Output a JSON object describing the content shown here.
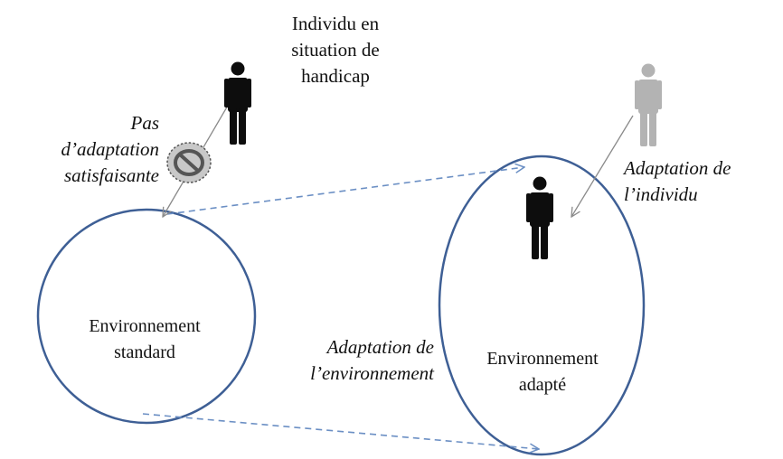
{
  "labels": {
    "individual": [
      "Individu en",
      "situation de",
      "handicap"
    ],
    "no_adaptation": [
      "Pas",
      "d’adaptation",
      "satisfaisante"
    ],
    "individual_adaptation": [
      "Adaptation de",
      "l’individu"
    ],
    "standard_environment": [
      "Environnement",
      "standard"
    ],
    "environment_adaptation": [
      "Adaptation de",
      "l’environnement"
    ],
    "adapted_environment": [
      "Environnement",
      "adapté"
    ]
  },
  "icons": {
    "person": "person-icon",
    "prohibited": "no-entry-icon"
  },
  "colors": {
    "circle_stroke": "#3e5f95",
    "dashed_arrow": "#6b8fc4",
    "person_black": "#0d0d0d",
    "person_grey": "#b3b3b3",
    "thin_arrow": "#8a8a8a",
    "no_sign_fill": "#c8c8c8"
  }
}
